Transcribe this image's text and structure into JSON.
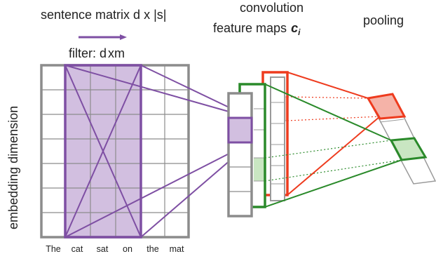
{
  "labels": {
    "sentence_matrix": "sentence matrix d x |s|",
    "filter": "filter: d",
    "filter_suffix": "xm",
    "convolution_line1": "convolution",
    "convolution_line2": "feature maps",
    "feature_symbol": "c",
    "feature_subscript": "i",
    "pooling": "pooling",
    "embedding_dimension": "embedding dimension"
  },
  "words": [
    "The",
    "cat",
    "sat",
    "on",
    "the",
    "mat"
  ],
  "colors": {
    "grid": "#8c8c8c",
    "filter": "#7e4fa3",
    "filter_fill": "#d2bfe0",
    "red": "#ee3b1e",
    "red_fill": "#f5b3a8",
    "green": "#2a8a2a",
    "green_fill": "#c9e6c2",
    "gray_line": "#9a9a9a"
  }
}
